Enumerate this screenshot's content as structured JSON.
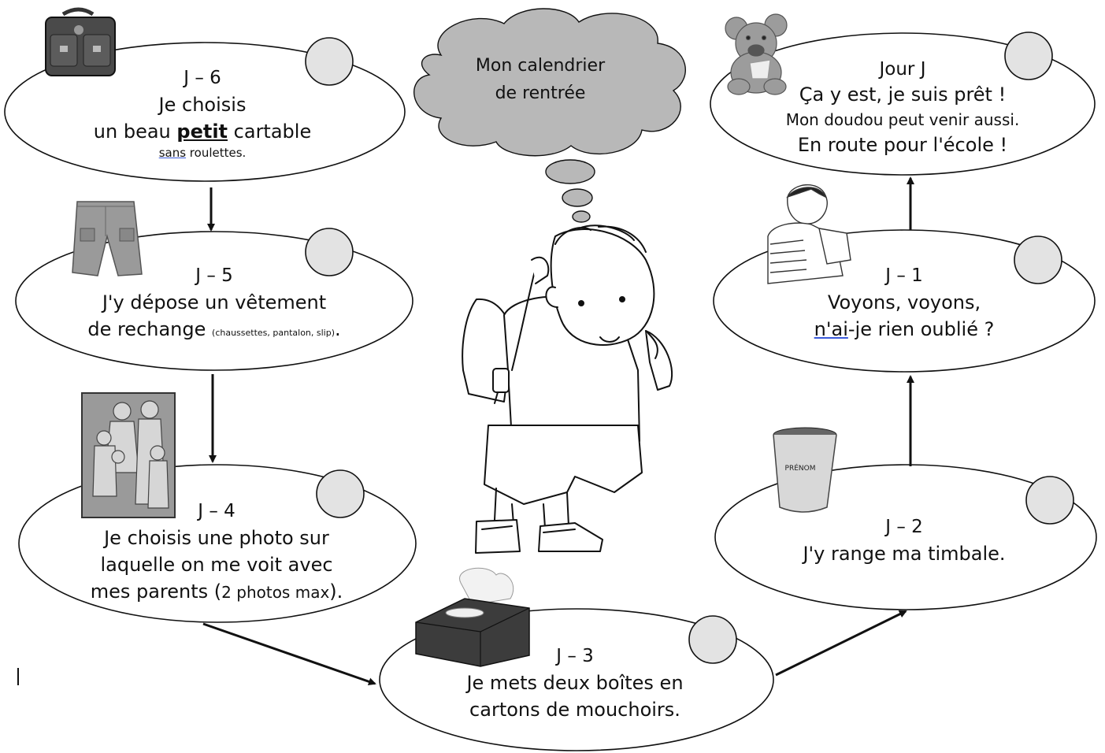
{
  "title": [
    "Mon calendrier",
    "de rentrée"
  ],
  "steps": {
    "j6": {
      "day": "J – 6",
      "l1": "Je choisis",
      "l2a": "un beau ",
      "l2b": "petit",
      "l2c": " cartable",
      "l3a": "sans",
      "l3b": " roulettes."
    },
    "j5": {
      "day": "J – 5",
      "l1": "J'y dépose un vêtement",
      "l2a": "de rechange ",
      "l2b": "(chaussettes, pantalon, slip)",
      "l2c": "."
    },
    "j4": {
      "day": "J – 4",
      "l1": "Je choisis une photo sur",
      "l2": "laquelle on me voit avec",
      "l3a": "mes parents (",
      "l3b": "2 photos max",
      "l3c": ")."
    },
    "j3": {
      "day": "J – 3",
      "l1": "Je mets deux boîtes en",
      "l2": "cartons de mouchoirs."
    },
    "j2": {
      "day": "J – 2",
      "l1": "J'y range ma timbale."
    },
    "j1": {
      "day": "J – 1",
      "l1": "Voyons, voyons,",
      "l2a": "n'ai",
      "l2b": "-je rien oublié ?"
    },
    "j0": {
      "day": "Jour J",
      "l1": "Ça y est, je suis prêt !",
      "l2": "Mon doudou peut venir aussi.",
      "l3": "En route pour l'école !"
    }
  },
  "cup_label": "PRÉNOM",
  "icons": [
    "schoolbag-icon",
    "trousers-icon",
    "family-photo-icon",
    "tissue-box-icon",
    "cup-icon",
    "boy-with-backpack-icon",
    "teddy-bear-icon",
    "check-circle-icon"
  ],
  "colors": {
    "cloud": "#b8b8b8",
    "circle": "#e3e3e3",
    "ink": "#111111"
  }
}
